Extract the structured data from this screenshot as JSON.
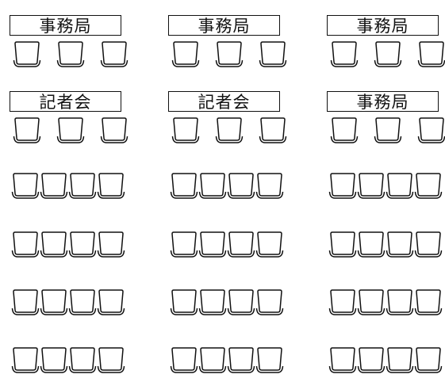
{
  "layout": {
    "columns": 3,
    "seats_per_desk_row": 3,
    "seats_per_bench_row": 4,
    "bench_rows": 4
  },
  "desk_rows": [
    {
      "desks": [
        {
          "label": "事務局"
        },
        {
          "label": "事務局"
        },
        {
          "label": "事務局"
        }
      ]
    },
    {
      "desks": [
        {
          "label": "記者会"
        },
        {
          "label": "記者会"
        },
        {
          "label": "事務局"
        }
      ]
    }
  ]
}
